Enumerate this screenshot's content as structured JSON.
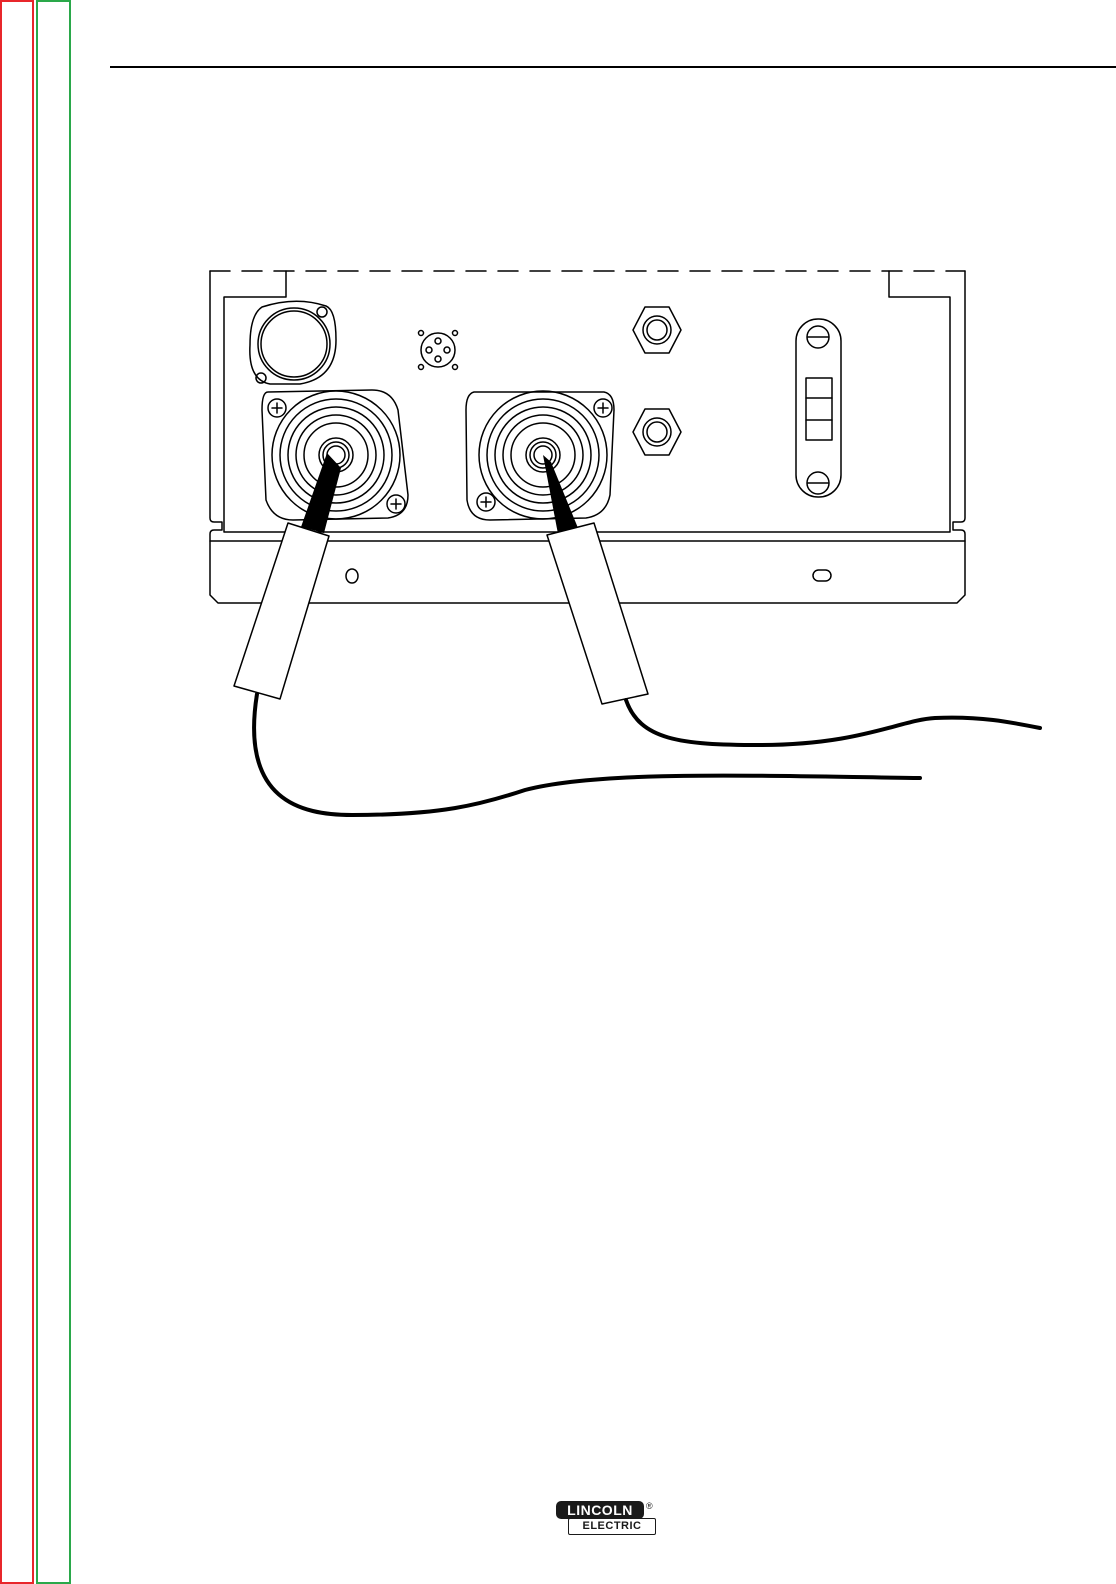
{
  "logo": {
    "line1": "LINCOLN",
    "line2": "ELECTRIC",
    "registered": "®"
  },
  "colors": {
    "nav_red": "#e8262b",
    "nav_green": "#2aa84a",
    "line": "#000000"
  },
  "icons": {
    "nav_tabs": "side-navigation-bars",
    "illustration": "machine-rear-panel-with-meter-probes"
  }
}
